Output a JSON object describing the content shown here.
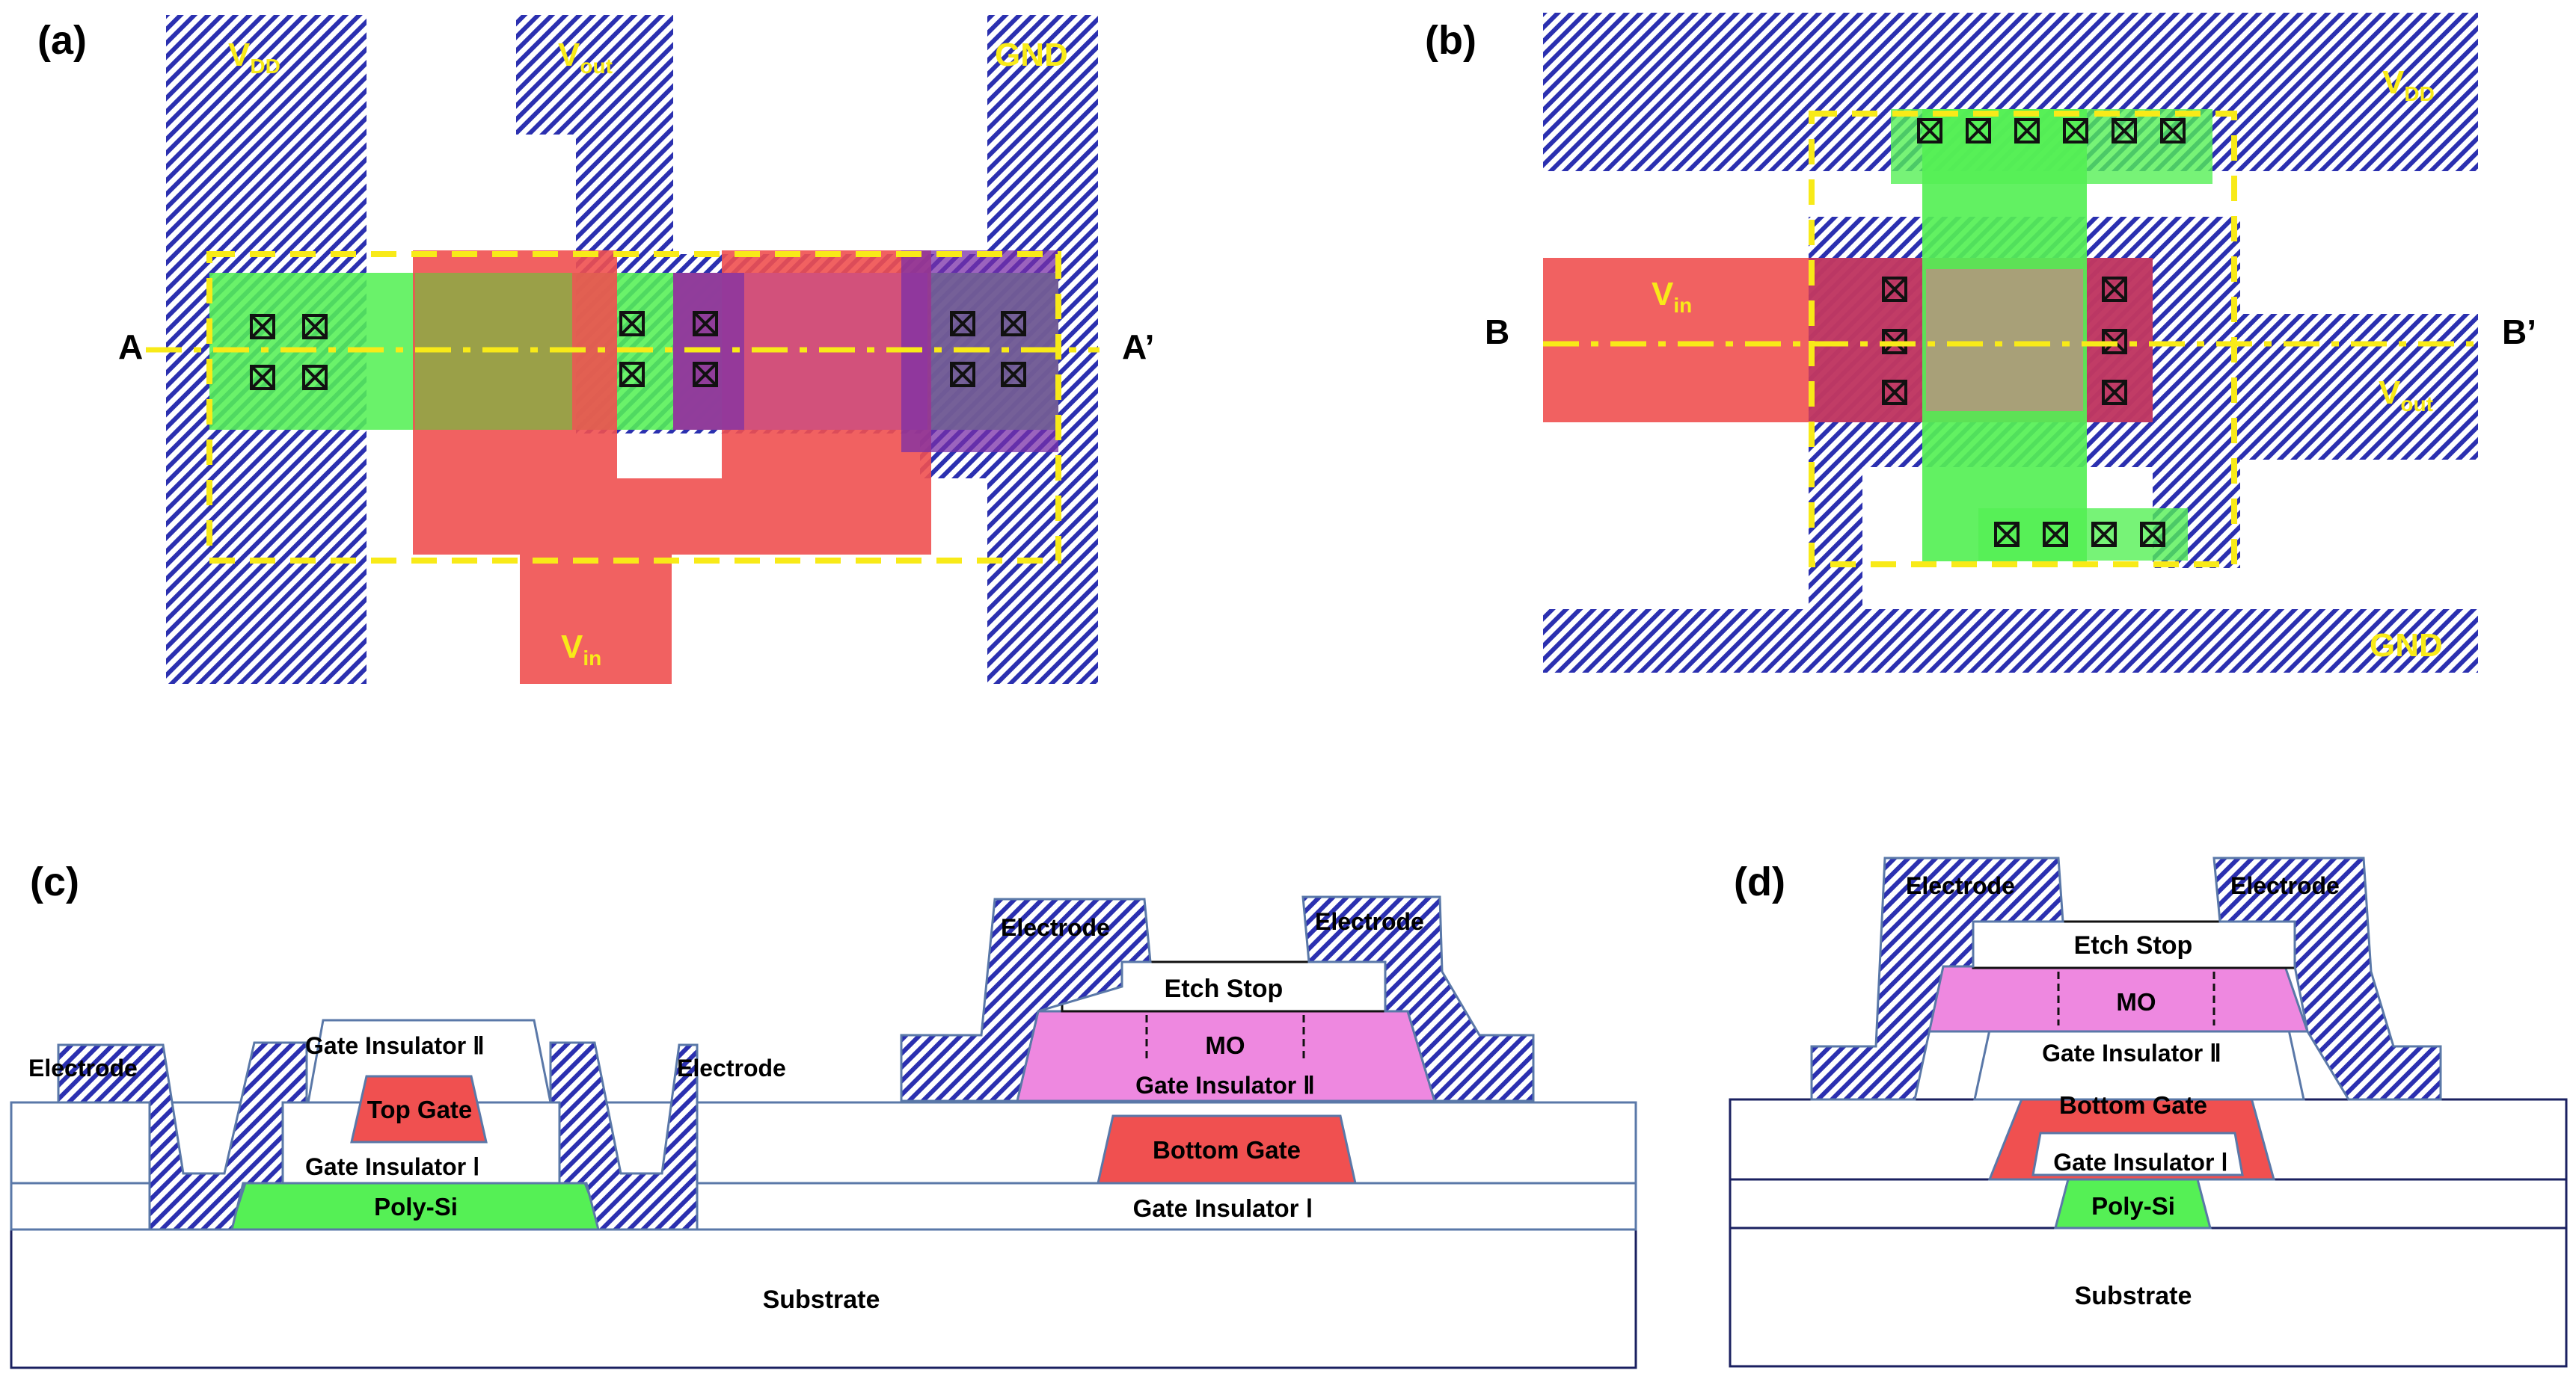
{
  "panels": {
    "a": {
      "tag": "(a)",
      "vdd": "V",
      "vdd_sub": "DD",
      "vout": "V",
      "vout_sub": "out",
      "gnd": "GND",
      "vin": "V",
      "vin_sub": "in",
      "cut_left": "A",
      "cut_right": "A’"
    },
    "b": {
      "tag": "(b)",
      "vdd": "V",
      "vdd_sub": "DD",
      "vout": "V",
      "vout_sub": "out",
      "gnd": "GND",
      "vin": "V",
      "vin_sub": "in",
      "cut_left": "B",
      "cut_right": "B’"
    },
    "c": {
      "tag": "(c)",
      "electrode": "Electrode",
      "gate_insulator_2": "Gate Insulator Ⅱ",
      "top_gate": "Top Gate",
      "gate_insulator_1": "Gate Insulator Ⅰ",
      "poly_si": "Poly-Si",
      "etch_stop": "Etch Stop",
      "mo": "MO",
      "bottom_gate": "Bottom Gate",
      "substrate": "Substrate"
    },
    "d": {
      "tag": "(d)",
      "electrode": "Electrode",
      "etch_stop": "Etch Stop",
      "mo": "MO",
      "gate_insulator_2": "Gate Insulator Ⅱ",
      "bottom_gate": "Bottom Gate",
      "gate_insulator_1": "Gate Insulator Ⅰ",
      "poly_si": "Poly-Si",
      "substrate": "Substrate"
    }
  },
  "colors": {
    "metal": "#2b30b0",
    "poly_si": "#55f055",
    "gate": "#f05050",
    "mo": "#ee88e0",
    "cut_line": "#f8ea18",
    "label_yellow": "#f8ea18"
  }
}
